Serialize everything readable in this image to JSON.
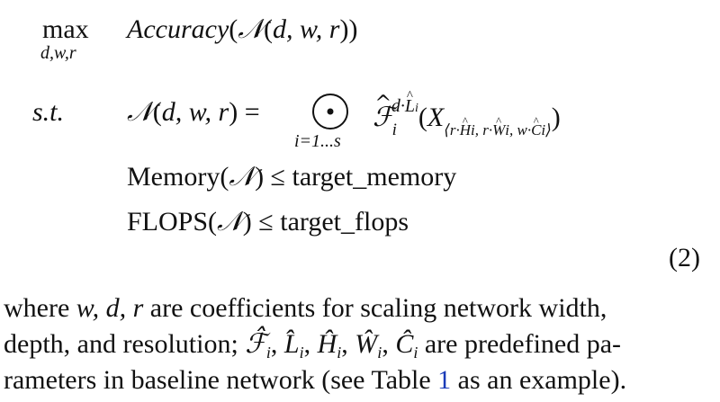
{
  "optimization": {
    "max_label": "max",
    "max_vars": "d,w,r",
    "objective": "Accuracy(𝒩(d, w, r))",
    "st_label": "s.t.",
    "constraint_lhs": "𝒩(d, w, r) =",
    "product_index": "i=1...s",
    "constraint_rhs": "ℱ̂ᵢ^(d·L̂ᵢ)(X⟨r·Ĥᵢ, r·Ŵᵢ, w·Ĉᵢ⟩)",
    "memory_constraint": "Memory(𝒩) ≤ target_memory",
    "flops_constraint": "FLOPS(𝒩) ≤ target_flops"
  },
  "equation_number": "(2)",
  "paragraph": {
    "line1": "where w, d, r are coefficients for scaling network width,",
    "line2": "depth, and resolution; ℱ̂ᵢ, L̂ᵢ, Ĥᵢ, Ŵᵢ, Ĉᵢ are predefined pa-",
    "line3": "rameters in baseline network (see Table 1 as an example).",
    "table_ref": "1"
  },
  "colors": {
    "text": "#111111",
    "link": "#1a3bb8",
    "background": "#ffffff"
  }
}
